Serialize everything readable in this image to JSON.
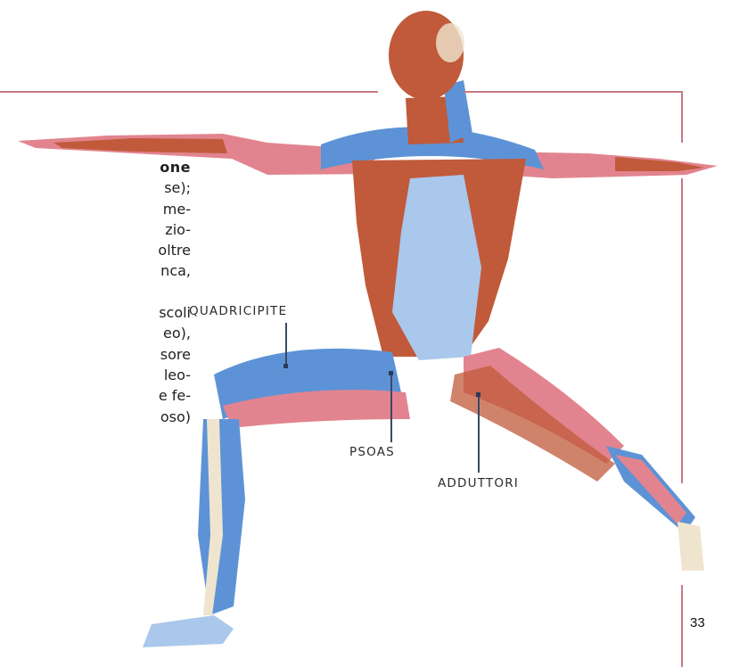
{
  "body_text": {
    "lines": [
      {
        "text": "one",
        "bold": true
      },
      {
        "text": "se);"
      },
      {
        "text": "me-"
      },
      {
        "text": "zio-"
      },
      {
        "text": "oltre"
      },
      {
        "text": "nca,"
      },
      {
        "text": ""
      },
      {
        "text": "scoli"
      },
      {
        "text": "eo),"
      },
      {
        "text": "sore"
      },
      {
        "text": "leo-"
      },
      {
        "text": "e fe-"
      },
      {
        "text": "oso)"
      }
    ]
  },
  "labels": {
    "quadricipite": "QUADRICIPITE",
    "psoas": "PSOAS",
    "adduttori": "ADDUTTORI"
  },
  "page_number": "33",
  "colors": {
    "frame": "#c77a84",
    "muscle_red": "#c05a3a",
    "muscle_pink": "#e2848f",
    "muscle_blue": "#5d93d6",
    "fascia_light": "#a9c8ec",
    "bone": "#efe5cf"
  }
}
